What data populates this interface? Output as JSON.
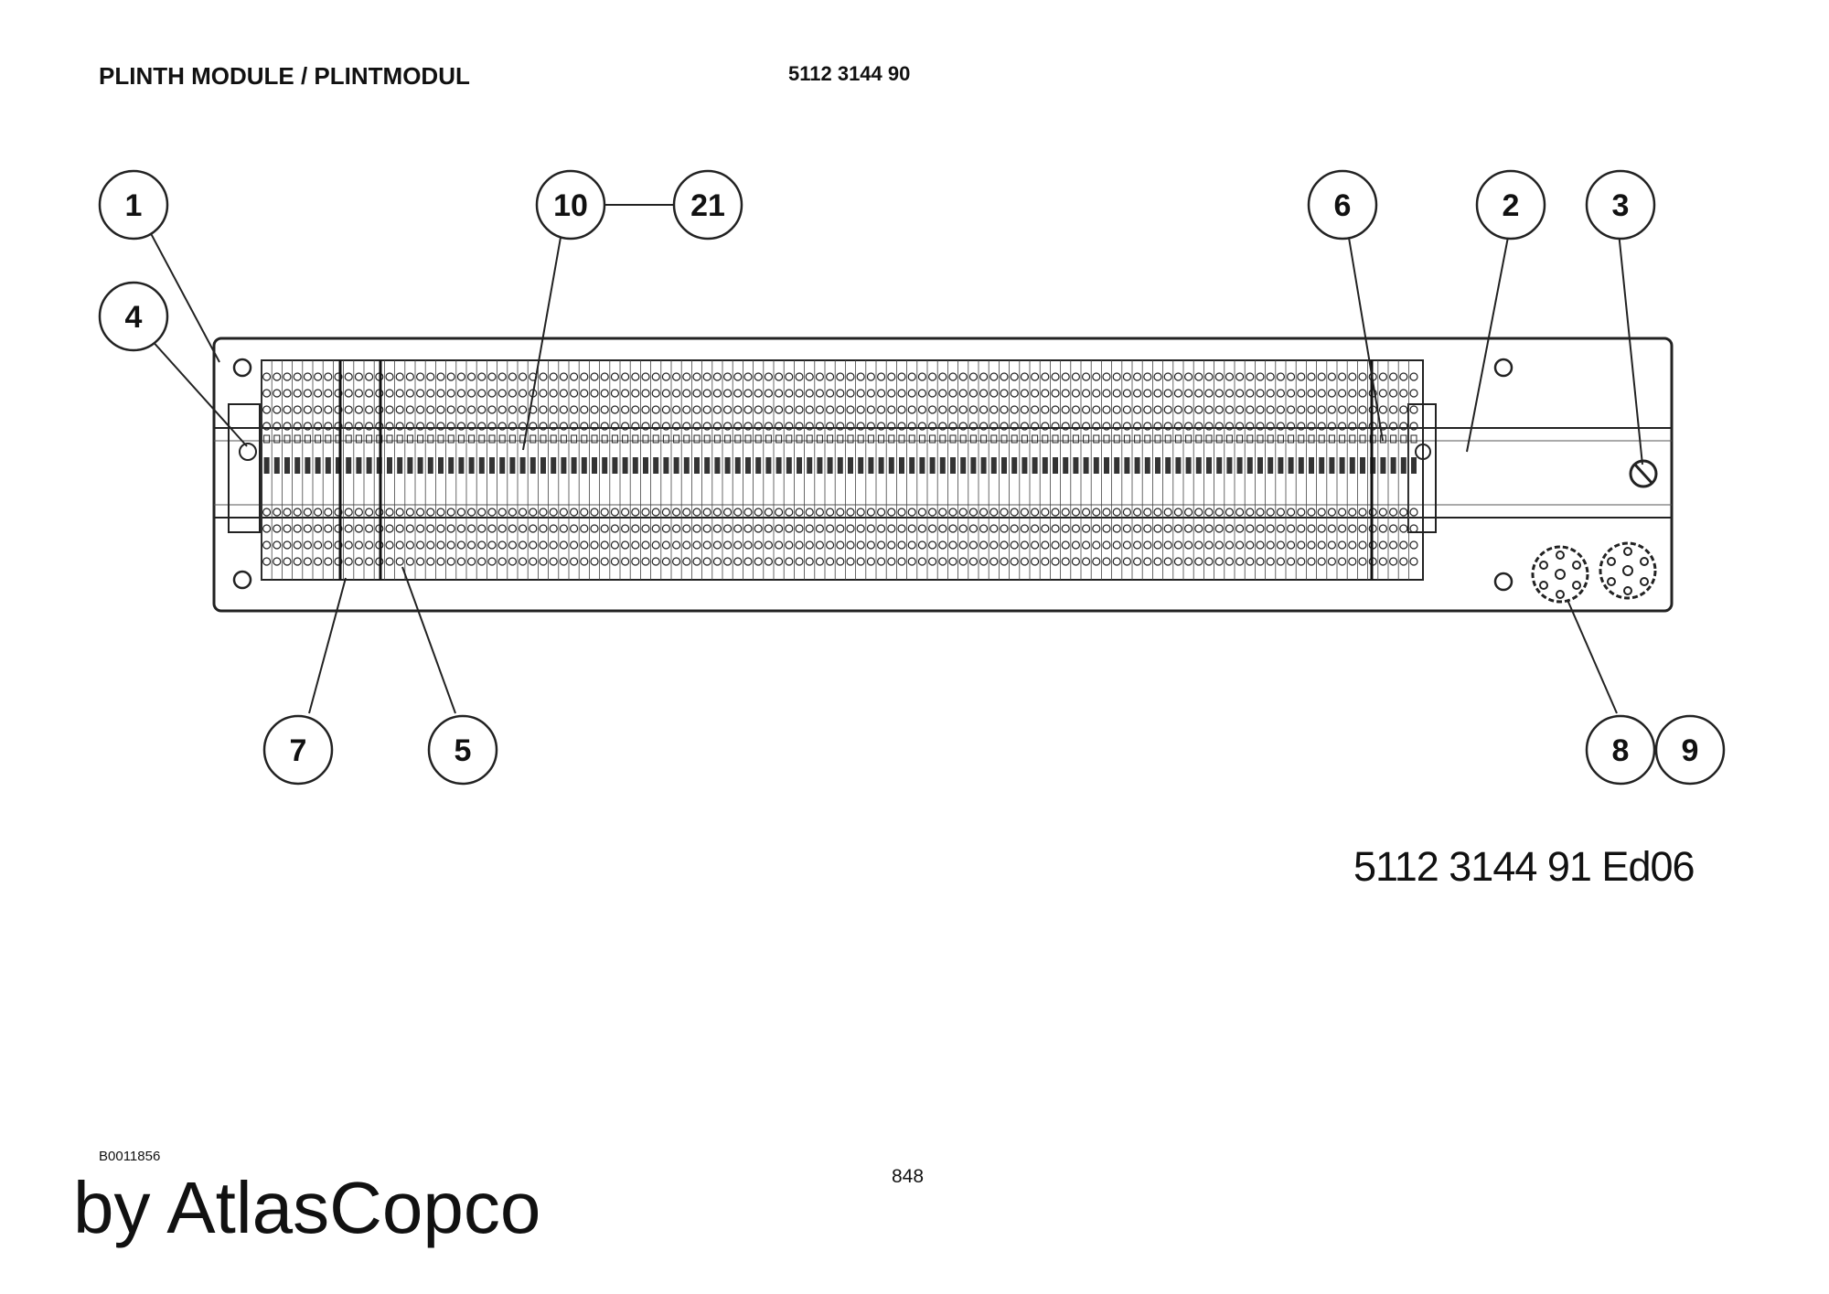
{
  "header": {
    "title": "PLINTH MODULE / PLINTMODUL",
    "part_number": "5112 3144 90"
  },
  "drawing": {
    "callouts": [
      "1",
      "2",
      "3",
      "4",
      "5",
      "6",
      "7",
      "8",
      "9",
      "10",
      "21"
    ],
    "drawing_number": "5112 3144 91  Ed06"
  },
  "footer": {
    "image_id": "B0011856",
    "page_number": "848",
    "watermark": "by AtlasCopco"
  }
}
